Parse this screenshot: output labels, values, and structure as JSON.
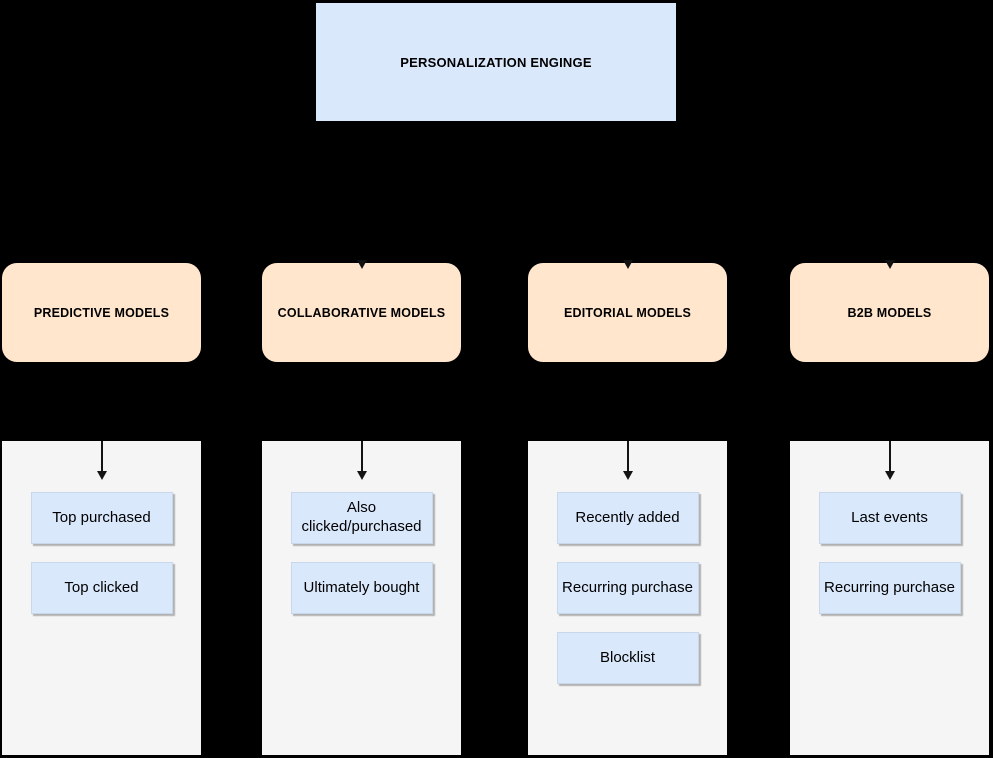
{
  "root": {
    "label": "PERSONALIZATION ENGINGE"
  },
  "groups": [
    {
      "id": "predictive-models",
      "label": "PREDICTIVE MODELS",
      "incoming_arrow_tip_visible": false,
      "children": [
        "Top purchased",
        "Top clicked"
      ]
    },
    {
      "id": "collaborative-models",
      "label": "COLLABORATIVE MODELS",
      "incoming_arrow_tip_visible": true,
      "children": [
        "Also\nclicked/purchased",
        "Ultimately bought"
      ]
    },
    {
      "id": "editorial-models",
      "label": "EDITORIAL MODELS",
      "incoming_arrow_tip_visible": true,
      "children": [
        "Recently added",
        "Recurring purchase",
        "Blocklist"
      ]
    },
    {
      "id": "b2b-models",
      "label": "B2B MODELS",
      "incoming_arrow_tip_visible": true,
      "children": [
        "Last events",
        "Recurring purchase"
      ]
    }
  ],
  "colors": {
    "background": "#000000",
    "root_fill": "#dae8fc",
    "group_fill": "#ffe6cc",
    "container_fill": "#f5f5f5",
    "child_fill": "#dae8fc",
    "child_border": "#c9d7ea",
    "arrow": "#141414",
    "text": "#000000"
  }
}
